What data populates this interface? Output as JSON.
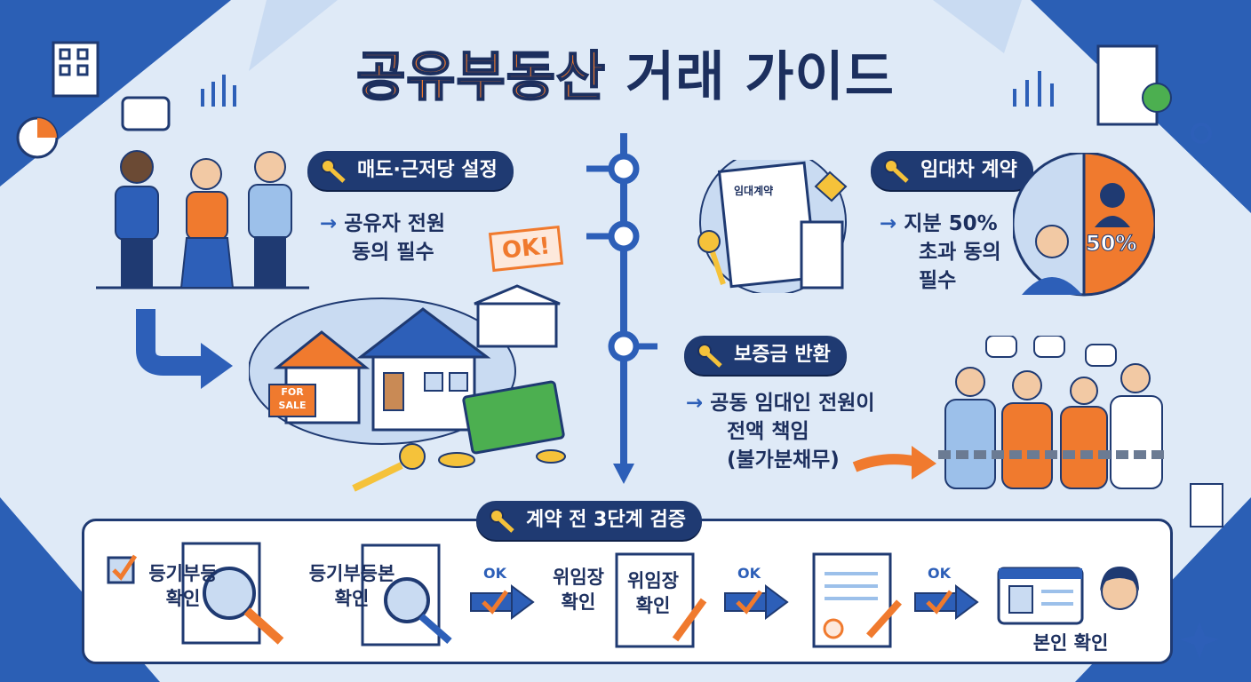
{
  "title": {
    "part1": "공유부동산",
    "part2": "거래 가이드"
  },
  "sections": {
    "sale": {
      "label": "매도·근저당 설정",
      "line1": "공유자 전원",
      "line2": "동의 필수",
      "badge": "OK!"
    },
    "lease": {
      "label": "임대차 계약",
      "line1": "지분 50%",
      "line2": "초과 동의",
      "line3": "필수",
      "percent": "50%",
      "doc_title": "임대계약"
    },
    "deposit": {
      "label": "보증금 반환",
      "line1": "공동 임대인 전원이",
      "line2": "전액 책임",
      "line3": "(불가분채무)"
    },
    "verify": {
      "label": "계약 전 3단계 검증",
      "steps": [
        {
          "line1": "등기부등",
          "line2": "확인"
        },
        {
          "line1": "등기부등본",
          "line2": "확인"
        },
        {
          "line1": "위임장",
          "line2": "확인"
        },
        {
          "line1": "위임장",
          "line2": "확인"
        },
        {
          "line1": "본인 확인"
        }
      ],
      "ok": [
        "OK",
        "OK",
        "OK"
      ]
    }
  },
  "sign": {
    "line1": "FOR",
    "line2": "SALE"
  },
  "colors": {
    "navy": "#1f3a72",
    "orange": "#f07a2e",
    "blue": "#2d5fb8",
    "light": "#dfeaf7"
  }
}
